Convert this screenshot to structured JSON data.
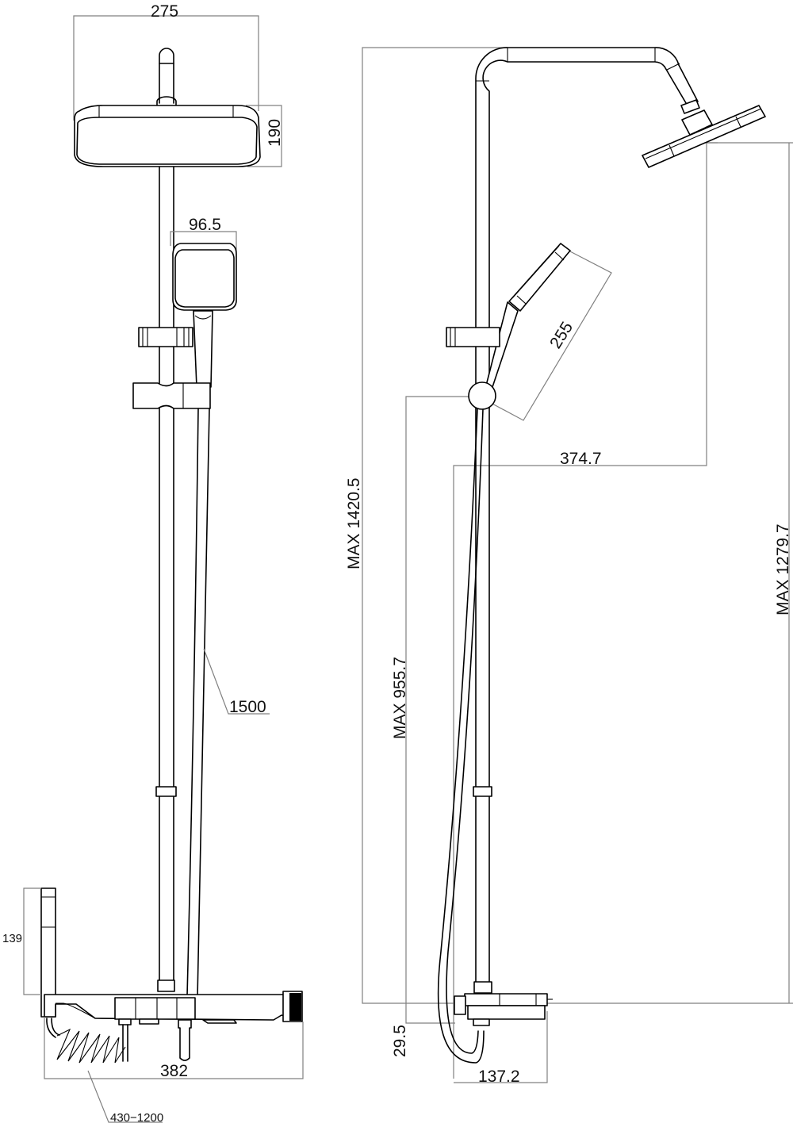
{
  "drawing": {
    "title": "Shower column technical dimension drawing",
    "views": [
      "front-view",
      "side-view"
    ],
    "units": "mm"
  },
  "front_view": {
    "overhead_shower_width": "275",
    "overhead_shower_height": "190",
    "hand_shower_width": "96.5",
    "hose_length": "1500",
    "hand_spray_height": "139",
    "mixer_shelf_width": "382",
    "spiral_hose_length": "430−1200"
  },
  "side_view": {
    "total_height": "MAX 1420.5",
    "slider_height": "MAX 955.7",
    "overhead_outreach": "374.7",
    "overhead_shower_height": "MAX 1279.7",
    "hand_shower_length": "255",
    "inlet_offset": "29.5",
    "mixer_depth": "137.2"
  },
  "colors": {
    "line": "#000000",
    "dimension_line": "#808080",
    "background": "#ffffff"
  }
}
